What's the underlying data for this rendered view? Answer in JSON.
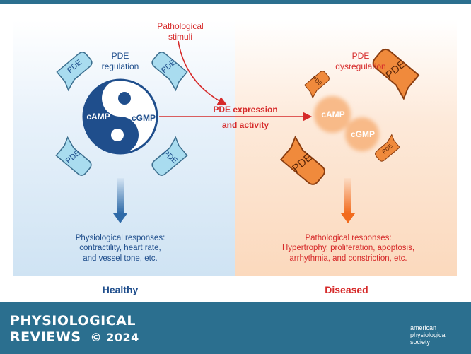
{
  "diagram": {
    "pathological_stimuli": "Pathological\nstimuli",
    "pde_regulation": "PDE\nregulation",
    "pde_dysregulation": "PDE\ndysregulation",
    "camp_label": "cAMP",
    "cgmp_label": "cGMP",
    "pde_label": "PDE",
    "pde_expression": "PDE expression",
    "and_activity": "and activity",
    "physiological_responses": "Physiological responses:\ncontractility, heart rate,\nand vessel tone, etc.",
    "pathological_responses": "Pathological responses:\nHypertrophy, proliferation, apoptosis,\narrhythmia, and constriction, etc.",
    "healthy": "Healthy",
    "diseased": "Diseased"
  },
  "footer": {
    "journal_line1": "PHYSIOLOGICAL",
    "journal_line2": "REVIEWS",
    "copyright": "© 2024",
    "society_line1": "american",
    "society_line2": "physiological",
    "society_line3": "society"
  },
  "colors": {
    "healthy_blue": "#1f4e8c",
    "diseased_red": "#d62a2a",
    "footer_teal": "#2b6f8f",
    "pde_healthy": "#a9dcef",
    "pde_diseased": "#f08a3c"
  }
}
